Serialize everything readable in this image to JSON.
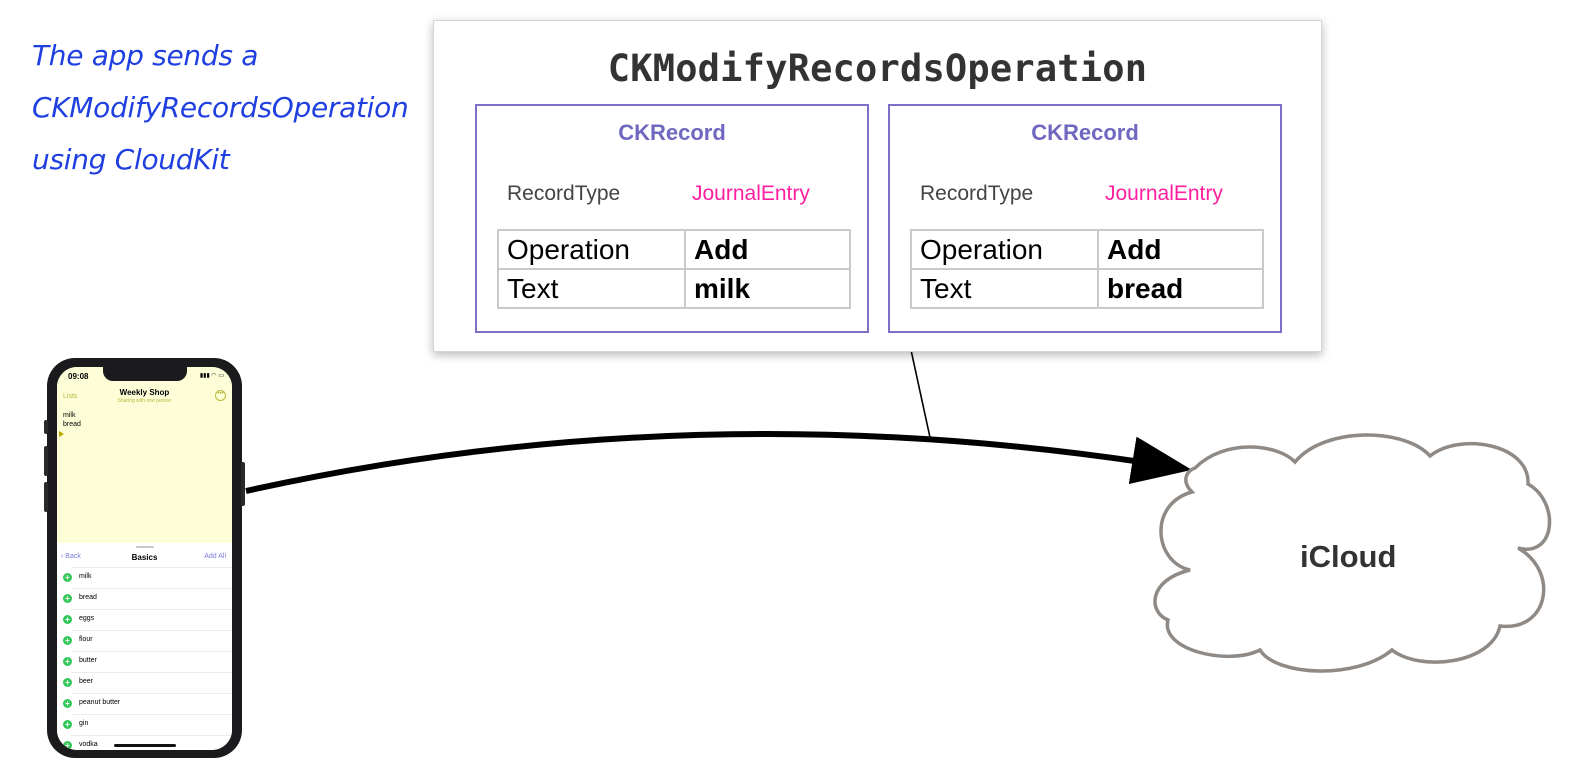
{
  "caption": {
    "lines": [
      "The app sends a",
      "CKModifyRecordsOperation",
      "using CloudKit"
    ]
  },
  "operation": {
    "title": "CKModifyRecordsOperation",
    "records": [
      {
        "title": "CKRecord",
        "record_type_label": "RecordType",
        "record_type_value": "JournalEntry",
        "fields": [
          {
            "key": "Operation",
            "value": "Add"
          },
          {
            "key": "Text",
            "value": "milk"
          }
        ]
      },
      {
        "title": "CKRecord",
        "record_type_label": "RecordType",
        "record_type_value": "JournalEntry",
        "fields": [
          {
            "key": "Operation",
            "value": "Add"
          },
          {
            "key": "Text",
            "value": "bread"
          }
        ]
      }
    ]
  },
  "phone": {
    "status_time": "09:08",
    "status_icons": "▮▮▮ ◠ ▭",
    "lists_link": "Lists",
    "list_title": "Weekly Shop",
    "list_subtitle": "Sharing with one person",
    "more_symbol": "•••",
    "list_items": [
      "milk",
      "bread"
    ],
    "sheet": {
      "back_label": "‹ Back",
      "title": "Basics",
      "add_all_label": "Add All",
      "items": [
        "milk",
        "bread",
        "eggs",
        "flour",
        "butter",
        "beer",
        "peanut butter",
        "gin",
        "vodka"
      ]
    }
  },
  "cloud": {
    "label": "iCloud"
  },
  "colors": {
    "caption": "#1f3fe0",
    "record_border": "#7b71c9",
    "record_title": "#7068c0",
    "record_type_value": "#ff1fa0",
    "app_tint": "#b8b838",
    "add_icon": "#35c759",
    "cloud_stroke": "#8f8a85"
  }
}
